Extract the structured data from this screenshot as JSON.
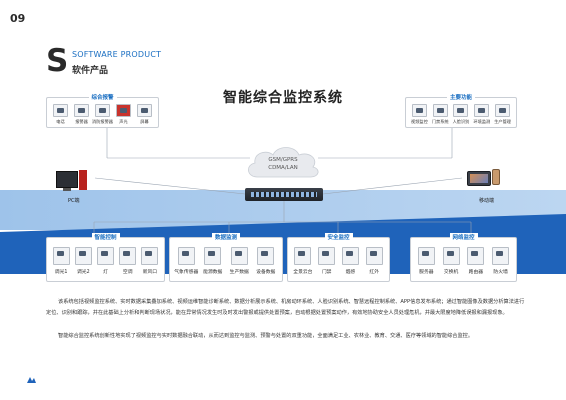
{
  "header": {
    "page_number": "09",
    "brand_line1": "",
    "brand_line2": ""
  },
  "section": {
    "letter": "S",
    "title_en": "SOFTWARE PRODUCT",
    "title_cn": "软件产品"
  },
  "diagram": {
    "title": "智能综合监控系统",
    "top_left_group": {
      "label": "综合报警",
      "items": [
        {
          "label": "电话",
          "icon": "telephone-icon"
        },
        {
          "label": "报警器",
          "icon": "alarm-icon"
        },
        {
          "label": "消防报警器",
          "icon": "fire-alarm-icon"
        },
        {
          "label": "声光",
          "icon": "strobe-icon"
        },
        {
          "label": "屏幕",
          "icon": "screen-icon"
        }
      ]
    },
    "top_right_group": {
      "label": "主要功能",
      "items": [
        {
          "label": "视频监控",
          "icon": "video-icon"
        },
        {
          "label": "门禁系统",
          "icon": "door-access-icon"
        },
        {
          "label": "人脸识别",
          "icon": "face-icon"
        },
        {
          "label": "环境监测",
          "icon": "environment-icon"
        },
        {
          "label": "生产管理",
          "icon": "production-icon"
        }
      ]
    },
    "cloud_lines": [
      "GSM/GPRS",
      "CDMA/LAN"
    ],
    "pc_label": "PC端",
    "mobile_label": "移动端",
    "bottom_groups": [
      {
        "label": "智能控制",
        "items": [
          {
            "label": "调光1",
            "icon": "dimmer-icon"
          },
          {
            "label": "调光2",
            "icon": "dimmer-icon"
          },
          {
            "label": "灯",
            "icon": "lamp-icon"
          },
          {
            "label": "空调",
            "icon": "air-conditioner-icon"
          },
          {
            "label": "新风口",
            "icon": "fresh-air-icon"
          }
        ]
      },
      {
        "label": "数据监测",
        "items": [
          {
            "label": "气象传感器",
            "icon": "weather-sensor-icon"
          },
          {
            "label": "能源数据",
            "icon": "energy-meter-icon"
          },
          {
            "label": "生产数据",
            "icon": "production-data-icon"
          },
          {
            "label": "设备数据",
            "icon": "device-data-icon"
          }
        ]
      },
      {
        "label": "安全监控",
        "items": [
          {
            "label": "全景云台",
            "icon": "ptz-camera-icon"
          },
          {
            "label": "门禁",
            "icon": "door-icon"
          },
          {
            "label": "烟感",
            "icon": "smoke-detector-icon"
          },
          {
            "label": "红外",
            "icon": "infrared-icon"
          }
        ]
      },
      {
        "label": "网络监控",
        "items": [
          {
            "label": "服务器",
            "icon": "server-icon"
          },
          {
            "label": "交换机",
            "icon": "switch-icon"
          },
          {
            "label": "路由器",
            "icon": "router-icon"
          },
          {
            "label": "防火墙",
            "icon": "firewall-icon"
          }
        ]
      }
    ]
  },
  "paragraphs": [
    "该系统包括视频监控系统、实时数据采集叠加系统、视频运维智能诊断系统、数据分析展示系统、机房动环系统、人脸识别系统、智慧远程控制系统、APP信息发布系统；通过智能图像及数据分析算法进行定位、识别和跟踪，并在此基础上分析和判断现场状况，能在异常情况发生时及时发出警报或提供处置预案，自动根据处置预案动作，有效地协助安全人员处理危机，并最大限度地降低误报和漏报现象。",
    "智能综合监控系统创新性地实现了视频监控与实时数据融合联动，从而达到监控与监测、预警与处置的双重功能，全面满足工业、农林业、教育、交通、医疗等领域的智能综合监控。"
  ],
  "footer": {
    "line1": "",
    "line2": ""
  },
  "colors": {
    "accent": "#1b6fc2",
    "band_dark": "#1f63ba",
    "band_light": "#aecdee"
  }
}
